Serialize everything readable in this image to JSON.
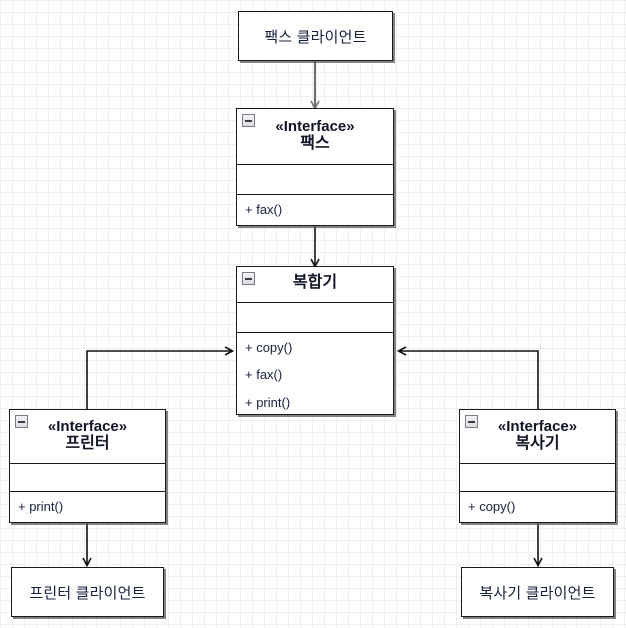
{
  "diagram": {
    "title": "UML Class Diagram",
    "type": "class-diagram",
    "background": "#ffffff",
    "grid_minor_color": "#f0f0f0",
    "grid_major_color": "#dcdcdc",
    "node_border_color": "#1a1a1a",
    "text_color": "#16213e",
    "connector_color": "#111111"
  },
  "nodes": {
    "fax_client": {
      "kind": "class-simple",
      "label": "팩스 클라이언트"
    },
    "fax_interface": {
      "kind": "interface",
      "stereotype": "«Interface»",
      "name": "팩스",
      "collapse_icon": "collapse-minus-icon",
      "attributes": [],
      "operations": [
        "+ fax()"
      ]
    },
    "multifunction": {
      "kind": "class",
      "stereotype": "",
      "name": "복합기",
      "collapse_icon": "collapse-minus-icon",
      "attributes": [],
      "operations": [
        "+ copy()",
        "+ fax()",
        "+ print()"
      ]
    },
    "printer_interface": {
      "kind": "interface",
      "stereotype": "«Interface»",
      "name": "프린터",
      "collapse_icon": "collapse-minus-icon",
      "attributes": [],
      "operations": [
        "+ print()"
      ]
    },
    "copier_interface": {
      "kind": "interface",
      "stereotype": "«Interface»",
      "name": "복사기",
      "collapse_icon": "collapse-minus-icon",
      "attributes": [],
      "operations": [
        "+ copy()"
      ]
    },
    "printer_client": {
      "kind": "class-simple",
      "label": "프린터 클라이언트"
    },
    "copier_client": {
      "kind": "class-simple",
      "label": "복사기 클라이언트"
    }
  },
  "connectors": [
    {
      "name": "fax-client-to-fax-interface",
      "from": "fax_client",
      "to": "fax_interface",
      "style": "solid",
      "arrow": "open",
      "color": "#6e6e6e"
    },
    {
      "name": "fax-interface-to-multifunction",
      "from": "fax_interface",
      "to": "multifunction",
      "style": "solid",
      "arrow": "open",
      "color": "#111111"
    },
    {
      "name": "printer-interface-to-multifunction",
      "from": "printer_interface",
      "to": "multifunction",
      "style": "solid",
      "arrow": "open",
      "color": "#111111"
    },
    {
      "name": "copier-interface-to-multifunction",
      "from": "copier_interface",
      "to": "multifunction",
      "style": "solid",
      "arrow": "open",
      "color": "#111111"
    },
    {
      "name": "printer-interface-to-printer-client",
      "from": "printer_interface",
      "to": "printer_client",
      "style": "solid",
      "arrow": "open",
      "color": "#111111"
    },
    {
      "name": "copier-interface-to-copier-client",
      "from": "copier_interface",
      "to": "copier_client",
      "style": "solid",
      "arrow": "open",
      "color": "#111111"
    }
  ]
}
